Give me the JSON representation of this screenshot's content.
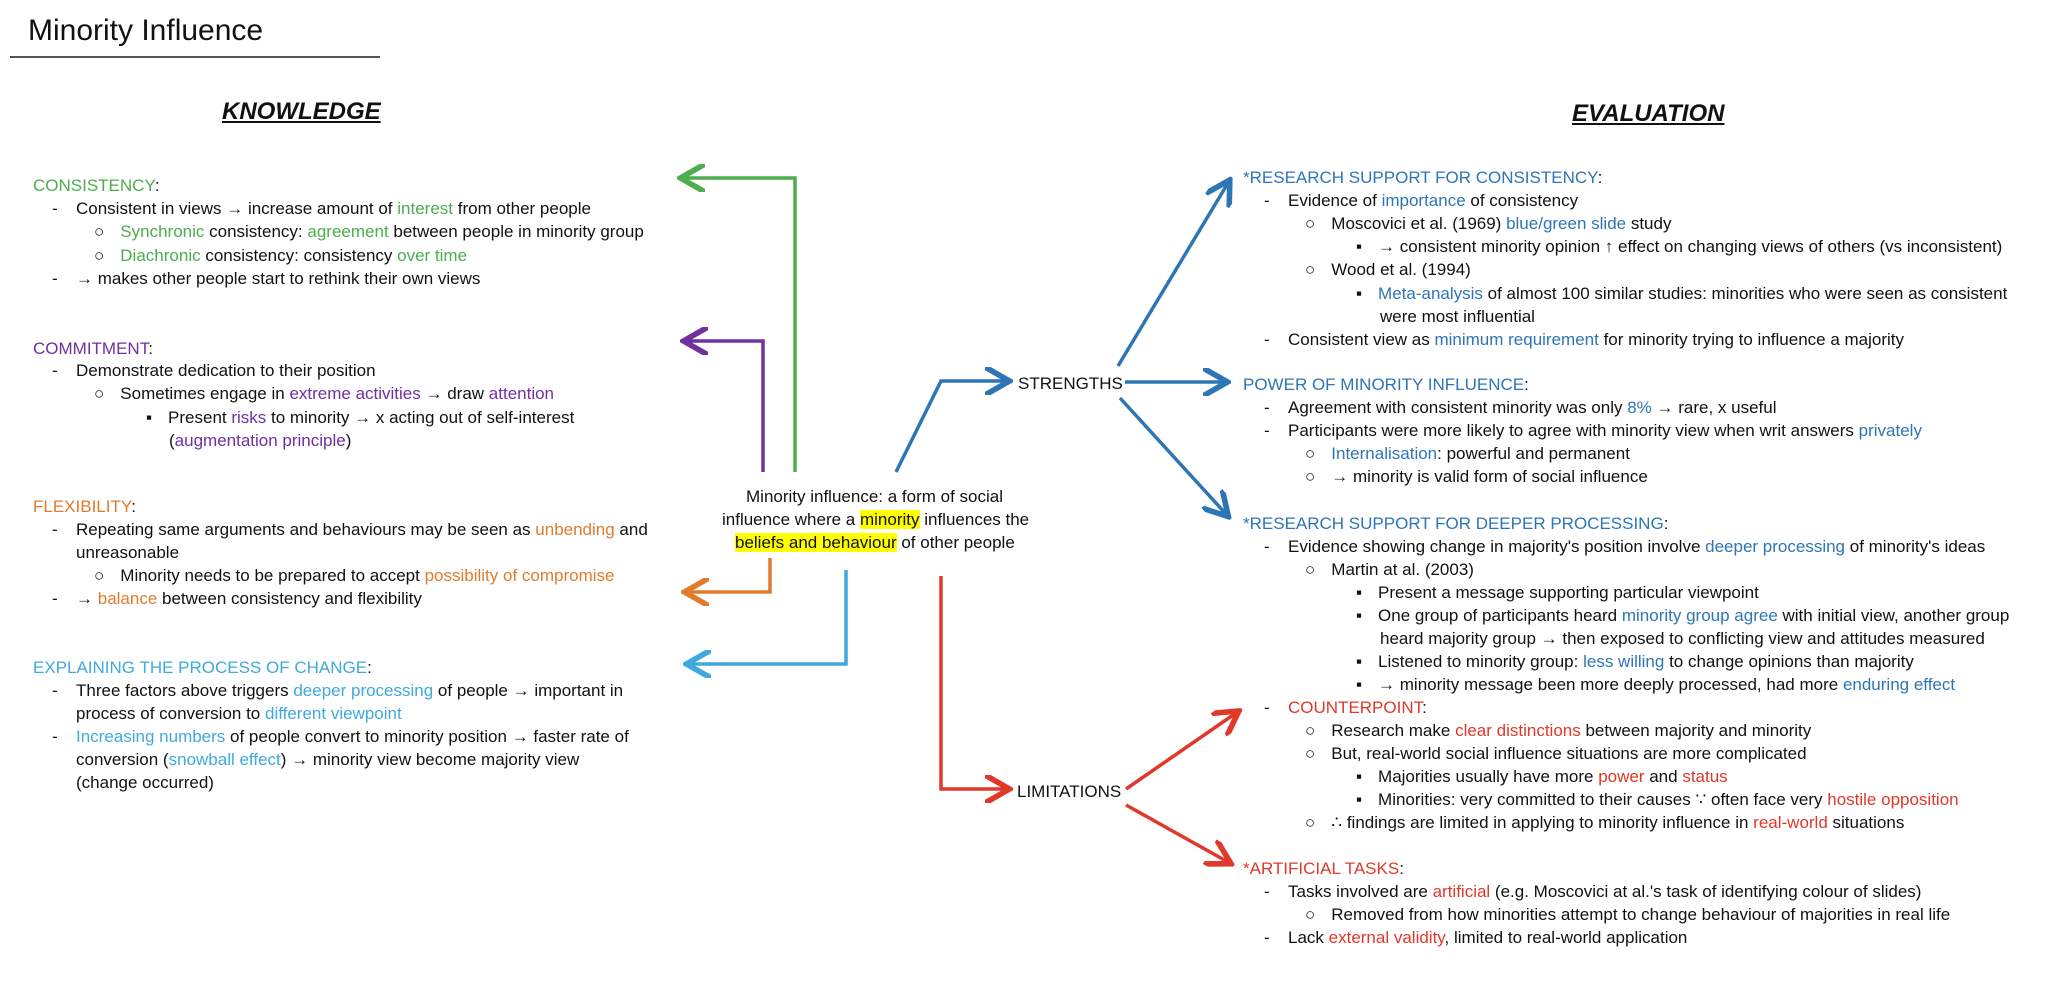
{
  "title": "Minority Influence",
  "knowledge_heading": "KNOWLEDGE",
  "evaluation_heading": "EVALUATION",
  "center": {
    "line1": "Minority influence: a form of social",
    "line2a": "influence where a ",
    "line2hl": "minority",
    "line2b": " influences the",
    "line3hl": "beliefs and behaviour",
    "line3b": " of other people"
  },
  "strengths_label": "STRENGTHS",
  "limitations_label": "LIMITATIONS",
  "consistency": {
    "heading": "CONSISTENCY",
    "l1a": "Consistent in views → increase amount of ",
    "l1b": "interest",
    "l1c": " from other people",
    "l2a": "Synchronic",
    "l2b": " consistency: ",
    "l2c": "agreement",
    "l2d": " between people in minority group",
    "l3a": "Diachronic",
    "l3b": " consistency: consistency ",
    "l3c": "over time",
    "l4": "→ makes other people start to rethink their own views"
  },
  "commitment": {
    "heading": "COMMITMENT",
    "l1": "Demonstrate dedication to their position",
    "l2a": "Sometimes engage in ",
    "l2b": "extreme activities",
    "l2c": " → draw ",
    "l2d": "attention",
    "l3a": "Present ",
    "l3b": "risks",
    "l3c": " to minority → x acting out of self-interest",
    "l4a": "(",
    "l4b": "augmentation principle",
    "l4c": ")"
  },
  "flexibility": {
    "heading": "FLEXIBILITY",
    "l1a": "Repeating same arguments and behaviours may be seen as ",
    "l1b": "unbending",
    "l1c": " and",
    "l2": "unreasonable",
    "l3a": "Minority needs to be prepared to accept ",
    "l3b": "possibility of compromise",
    "l4a": "→ ",
    "l4b": "balance",
    "l4c": " between consistency and flexibility"
  },
  "process": {
    "heading": "EXPLAINING THE PROCESS OF CHANGE",
    "l1a": "Three factors above triggers ",
    "l1b": "deeper processing",
    "l1c": " of people → important in",
    "l2a": "process of conversion to ",
    "l2b": "different viewpoint",
    "l3a": "Increasing numbers",
    "l3b": " of people convert to minority position → faster rate of",
    "l4a": "conversion (",
    "l4b": "snowball effect",
    "l4c": ") → minority view become majority view",
    "l5": "(change occurred)"
  },
  "research_consistency": {
    "heading": "*RESEARCH SUPPORT FOR CONSISTENCY",
    "l1a": "Evidence of ",
    "l1b": "importance",
    "l1c": " of consistency",
    "l2a": "Moscovici et al. (1969) ",
    "l2b": "blue/green slide",
    "l2c": " study",
    "l3": "→ consistent minority opinion ↑ effect on changing views of others (vs inconsistent)",
    "l4": "Wood et al. (1994)",
    "l5a": "Meta-analysis",
    "l5b": " of almost 100 similar studies: minorities who were seen as consistent",
    "l6": "were most influential",
    "l7a": "Consistent view as ",
    "l7b": "minimum requirement",
    "l7c": " for minority trying to influence a majority"
  },
  "power": {
    "heading": "POWER OF MINORITY INFLUENCE",
    "l1a": "Agreement with consistent minority was only ",
    "l1b": "8%",
    "l1c": " → rare, x useful",
    "l2a": "Participants were more likely to agree with minority view when writ answers ",
    "l2b": "privately",
    "l3a": "Internalisation",
    "l3b": ": powerful and permanent",
    "l4": "→ minority is valid form of social influence"
  },
  "deeper": {
    "heading": "*RESEARCH SUPPORT FOR DEEPER PROCESSING",
    "l1a": "Evidence showing change in majority's position involve ",
    "l1b": "deeper processing",
    "l1c": " of minority's ideas",
    "l2": "Martin at al. (2003)",
    "l3": "Present a message supporting particular viewpoint",
    "l4a": "One group of participants heard ",
    "l4b": "minority group agree",
    "l4c": " with initial view, another group",
    "l5": "heard majority group → then exposed to conflicting view and attitudes measured",
    "l6a": "Listened to minority group: ",
    "l6b": "less willing",
    "l6c": " to change opinions than majority",
    "l7a": "→ minority message been more deeply processed, had more ",
    "l7b": "enduring effect"
  },
  "counterpoint": {
    "heading": "COUNTERPOINT",
    "l1a": "Research make ",
    "l1b": "clear distinctions",
    "l1c": " between majority and minority",
    "l2": "But, real-world social influence situations are more complicated",
    "l3a": "Majorities usually have more ",
    "l3b": "power",
    "l3c": " and ",
    "l3d": "status",
    "l4a": "Minorities: very committed to their causes ∵ often face very ",
    "l4b": "hostile opposition",
    "l5a": "∴ findings are limited in applying to minority influence in ",
    "l5b": "real-world",
    "l5c": " situations"
  },
  "artificial": {
    "heading": "*ARTIFICIAL TASKS",
    "l1a": "Tasks involved are ",
    "l1b": "artificial",
    "l1c": " (e.g. Moscovici at al.'s task of identifying colour of slides)",
    "l2": "Removed from how minorities attempt to change behaviour of majorities in real life",
    "l3a": "Lack ",
    "l3b": "external validity",
    "l3c": ", limited to real-world application"
  },
  "colors": {
    "green": "#4cae4c",
    "purple": "#7030a0",
    "orange": "#e07b2e",
    "light_blue": "#3fa9de",
    "dark_blue": "#2e75b6",
    "red": "#e0382b",
    "highlight": "#ffff00"
  },
  "symbols": {
    "dash": "-",
    "circle": "○",
    "square": "▪",
    "colon": ":"
  }
}
